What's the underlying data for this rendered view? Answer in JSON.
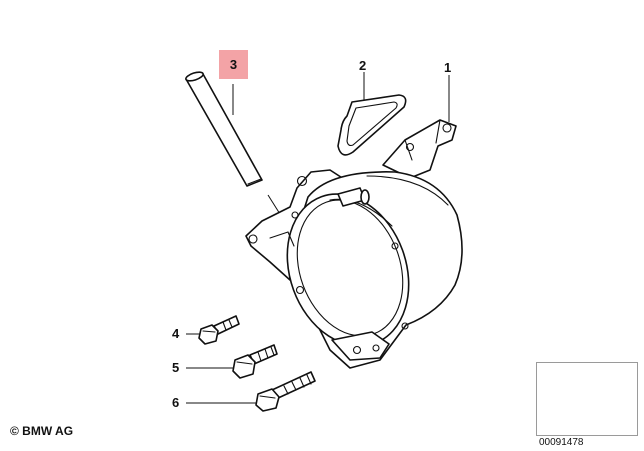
{
  "callouts": {
    "c1": "1",
    "c2": "2",
    "c3": "3",
    "c4": "4",
    "c5": "5",
    "c6": "6"
  },
  "copyright": "© BMW AG",
  "thumbnail_code": "00091478",
  "colors": {
    "highlight": "#f3a3a6",
    "line": "#111111"
  }
}
